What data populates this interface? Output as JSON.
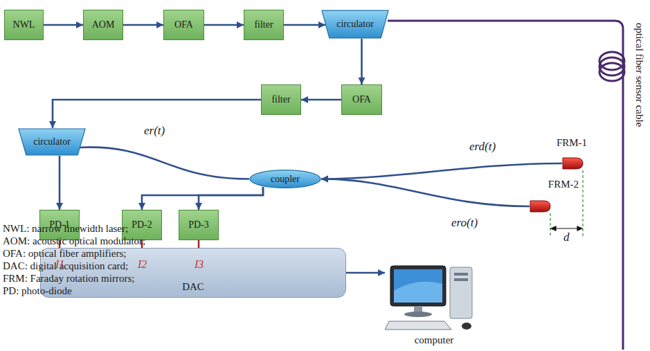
{
  "diagram": {
    "nodes": [
      {
        "text": [
          "NWL"
        ]
      },
      {
        "text": [
          "AOM"
        ]
      },
      {
        "text": [
          "OFA"
        ]
      },
      {
        "text": [
          "filter"
        ]
      },
      {
        "text": [
          "circulator"
        ]
      },
      {
        "text": [
          "OFA"
        ]
      },
      {
        "text": [
          "filter"
        ]
      },
      {
        "text": [
          "circulator"
        ]
      },
      {
        "text": [
          "coupler"
        ]
      },
      {
        "text": [
          "FRM-1"
        ]
      },
      {
        "text": [
          "FRM-2"
        ]
      },
      {
        "text": [
          "PD-1"
        ]
      },
      {
        "text": [
          "PD-2"
        ]
      },
      {
        "text": [
          "PD-3"
        ]
      },
      {
        "text": [
          "DAC"
        ]
      },
      {
        "text": [
          "computer"
        ]
      }
    ],
    "edges": [
      {
        "from": 0,
        "to": 1,
        "arrow": "to"
      },
      {
        "from": 1,
        "to": 2,
        "arrow": "to"
      },
      {
        "from": 2,
        "to": 3,
        "arrow": "to"
      },
      {
        "from": 3,
        "to": 4,
        "arrow": "to"
      },
      {
        "from": 4,
        "to": 5,
        "arrow": "to"
      },
      {
        "from": 5,
        "to": 6,
        "arrow": "to"
      },
      {
        "from": 6,
        "to": 7,
        "arrow": "to"
      },
      {
        "from": 7,
        "to": 8,
        "label": "er(t)",
        "arrow": "none"
      },
      {
        "from": 9,
        "to": 8,
        "label": "erd(t)",
        "arrow": "to"
      },
      {
        "from": 10,
        "to": 8,
        "label": "ero(t)",
        "arrow": "to"
      },
      {
        "from": 7,
        "to": 11,
        "arrow": "to"
      },
      {
        "from": 8,
        "to": 12,
        "arrow": "to"
      },
      {
        "from": 8,
        "to": 13,
        "arrow": "to"
      },
      {
        "from": 11,
        "to": 14,
        "label": "I1",
        "arrow": "to"
      },
      {
        "from": 12,
        "to": 14,
        "label": "I2",
        "arrow": "to"
      },
      {
        "from": 13,
        "to": 14,
        "label": "I3",
        "arrow": "to"
      },
      {
        "from": 14,
        "to": 15,
        "arrow": "to"
      }
    ],
    "labels": [
      "NWL: narrow linewidth laser;",
      "AOM: acoustic optical modulator;",
      "OFA: optical fiber amplifiers;",
      "DAC: digital acquisition card;",
      "FRM: Faraday rotation mirrors;",
      "PD: photo-diode",
      "d",
      "optical fiber sensor cable"
    ]
  }
}
